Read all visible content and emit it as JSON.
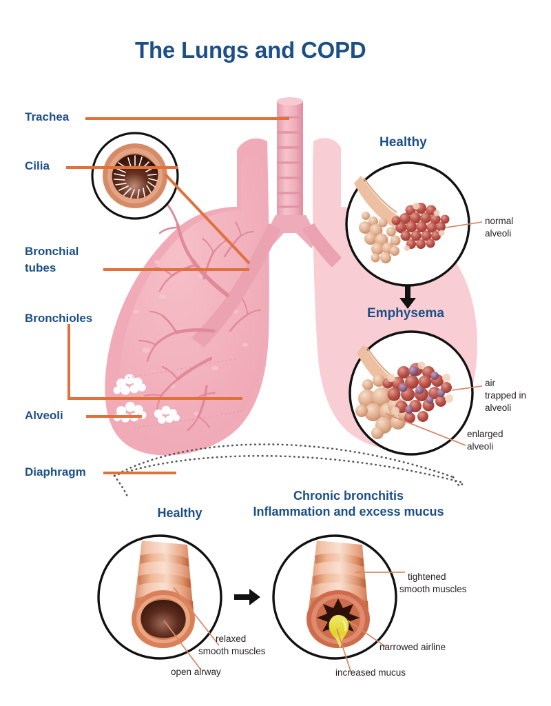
{
  "poster": {
    "title": "The Lungs and COPD",
    "background_color": "#ffffff",
    "title_color": "#1c4f87"
  },
  "palette": {
    "navy": "#1c4f87",
    "leader_orange": "#e0703c",
    "lung_left_pink": "#f2b2bd",
    "lung_right_pink": "#f9cdd4",
    "branch_pink": "#e08a99",
    "airway_peach": "#eab195",
    "airway_salmon": "#d98a68",
    "lumen_brown": "#4a2218",
    "mucus_yellow": "#e8dd3a",
    "alveoli_white": "#ffffff",
    "alveoli_tan": "#e3b293",
    "alveoli_red": "#c2584f",
    "outline_black": "#111111",
    "small_text": "#231f20"
  },
  "anatomy_labels": [
    {
      "id": "trachea",
      "text": "Trachea"
    },
    {
      "id": "cilia",
      "text": "Cilia"
    },
    {
      "id": "bronchial-tubes-line1",
      "text": "Bronchial"
    },
    {
      "id": "bronchial-tubes-line2",
      "text": "tubes"
    },
    {
      "id": "bronchioles",
      "text": "Bronchioles"
    },
    {
      "id": "alveoli",
      "text": "Alveoli"
    },
    {
      "id": "diaphragm",
      "text": "Diaphragm"
    }
  ],
  "alveoli_panel": {
    "healthy_heading": "Healthy",
    "healthy_callout": {
      "line1": "normal",
      "line2": "alveoli"
    },
    "emphysema_heading": "Emphysema",
    "emphysema_callout_air": {
      "line1": "air",
      "line2": "trapped in",
      "line3": "alveoli"
    },
    "emphysema_callout_enlarged": {
      "line1": "enlarged",
      "line2": "alveoli"
    }
  },
  "airway_panel": {
    "healthy_heading": "Healthy",
    "bronchitis_heading_line1": "Chronic bronchitis",
    "bronchitis_heading_line2": "Inflammation and excess mucus",
    "healthy_callout_muscles": {
      "line1": "relaxed",
      "line2": "smooth muscles"
    },
    "healthy_callout_airway": {
      "line1": "open airway"
    },
    "bronchitis_callout_muscles": {
      "line1": "tightened",
      "line2": "smooth muscles"
    },
    "bronchitis_callout_narrowed": {
      "line1": "narrowed airline"
    },
    "bronchitis_callout_mucus": {
      "line1": "increased mucus"
    }
  },
  "icons": {
    "down_arrow": "down-arrow-icon",
    "right_arrow": "right-arrow-icon"
  }
}
